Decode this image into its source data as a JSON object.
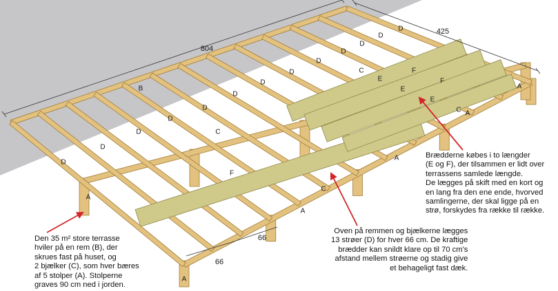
{
  "colors": {
    "wall": "#c6c6c9",
    "wood": "#e2c27e",
    "wood_edge": "#a27c3a",
    "board": "#cfc98a",
    "board_edge": "#8f8a4c",
    "arrow": "#d3262b"
  },
  "dimensions": {
    "length": "804",
    "width": "425",
    "spacing_a": "66",
    "spacing_b": "66"
  },
  "part_labels": {
    "post": "A",
    "beam": "B",
    "girder": "C",
    "joist": "D",
    "short_board": "E",
    "long_board": "F"
  },
  "notes": {
    "boards": [
      "Brædderne købes i to længder",
      "(E og F), der tilsammen er lidt over",
      "terrassens samlede længde.",
      "De lægges på skift med en kort og",
      "en lang fra den ene ende, hvorved",
      "samlingerne, der skal ligge på en",
      "strø, forskydes fra række til række."
    ],
    "joists": [
      "Oven på remmen og bjælkerne lægges",
      "13 strøer (D) for hver 66 cm. De kraftige",
      "brædder kan snildt klare op til 70 cm's",
      "afstand mellem strøerne og stadig give",
      "et behageligt fast dæk."
    ],
    "frame": [
      "Den 35 m² store terrasse",
      "hviler på en rem (B), der",
      "skrues fast på huset, og",
      "2 bjælker (C), som hver bæres",
      "af 5 stolper (A). Stolperne",
      "graves 90 cm ned i jorden."
    ]
  }
}
